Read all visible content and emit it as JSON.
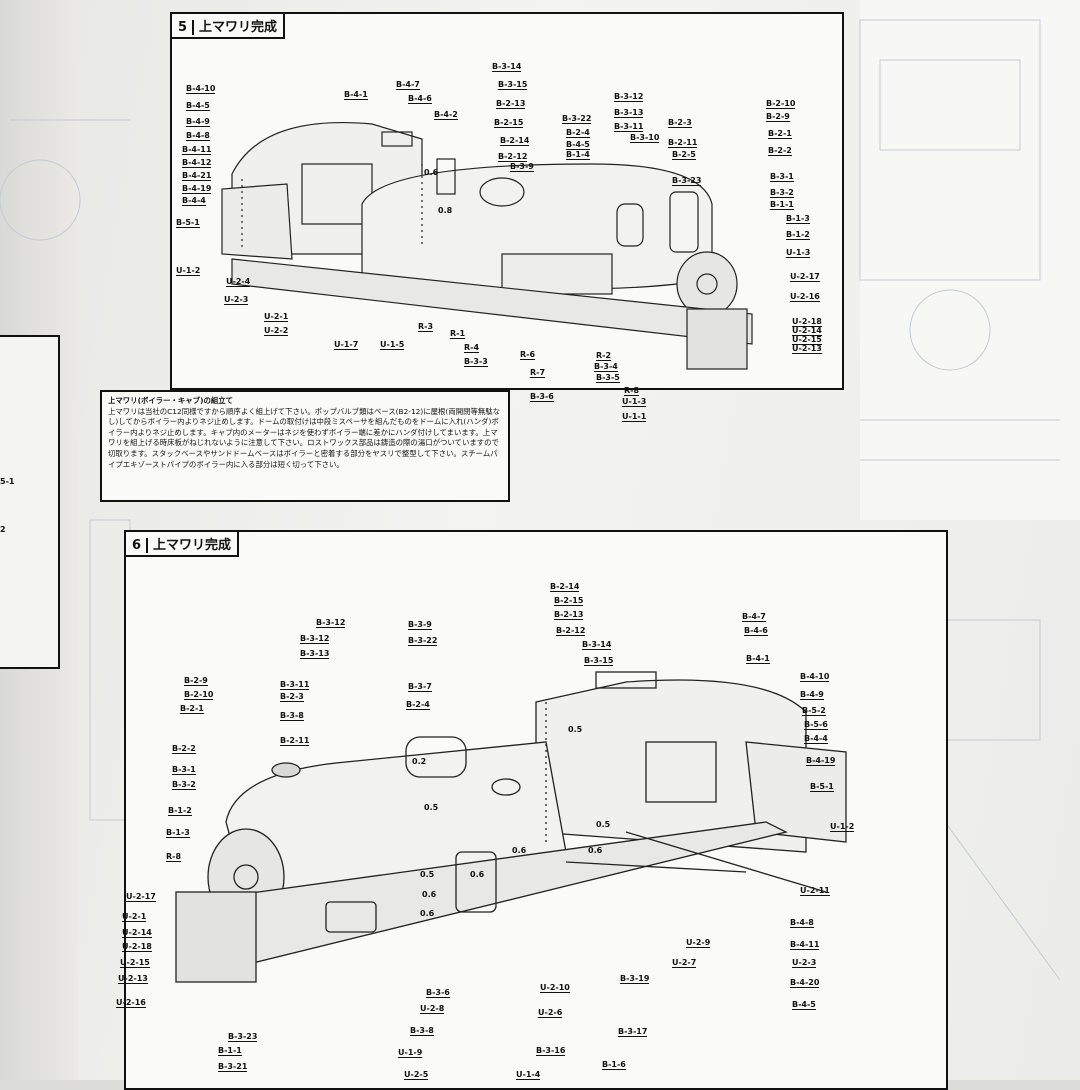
{
  "panel5": {
    "number": "5",
    "title": "上マワリ完成",
    "labels": [
      "B-4-10",
      "B-4-5",
      "B-4-9",
      "B-4-8",
      "B-4-11",
      "B-4-12",
      "B-4-21",
      "B-4-19",
      "B-4-4",
      "B-5-1",
      "U-1-2",
      "U-2-4",
      "U-2-3",
      "U-2-1",
      "U-2-2",
      "U-1-7",
      "U-1-5",
      "R-3",
      "R-1",
      "R-4",
      "B-3-3",
      "R-6",
      "R-7",
      "B-3-6",
      "B-4-1",
      "B-4-7",
      "B-4-6",
      "B-4-2",
      "B-3-14",
      "B-3-15",
      "B-2-13",
      "B-2-15",
      "B-2-14",
      "B-2-12",
      "B-3-9",
      "B-3-22",
      "B-2-4",
      "B-4-5",
      "B-1-4",
      "B-3-12",
      "B-3-13",
      "B-3-11",
      "B-3-10",
      "B-2-3",
      "B-2-11",
      "B-2-5",
      "B-3-23",
      "B-2-10",
      "B-2-9",
      "B-2-1",
      "B-2-2",
      "B-3-1",
      "B-3-2",
      "B-1-1",
      "B-1-3",
      "B-1-2",
      "U-1-3",
      "U-2-17",
      "U-2-16",
      "U-2-18",
      "U-2-14",
      "U-2-15",
      "U-2-13",
      "R-2",
      "B-3-4",
      "B-3-5",
      "R-8",
      "U-1-3",
      "U-1-1",
      "0.6",
      "0.8"
    ]
  },
  "note": {
    "heading": "上マワリ(ボイラー・キャブ)の組立て",
    "body": "上マワリは当社のC12同様ですから順序よく組上げて下さい。ポップバルブ類はベース(B2-12)に屋根(両開閉等無駄なし)してからボイラー内よりネジ止めします。ドームの取付けは中段ミスペーサを組んだものをドームに入れ(ハンダ)ボイラー内よりネジ止めします。キャブ内のメーターはネジを使わずボイラー端に差かにハンダ付けしてまいます。上マワリを組上げる時床板がねじれないように注意して下さい。ロストワックス部品は鋳造の際の湯口がついていますので切取ります。スタックベースやサンドドームベースはボイラーと密着する部分をヤスリで整型して下さい。スチームパイプエキゾーストパイプのボイラー内に入る部分は短く切って下さい。"
  },
  "panel6": {
    "number": "6",
    "title": "上マワリ完成",
    "labels": [
      "B-3-12",
      "B-3-12",
      "B-3-13",
      "B-3-11",
      "B-2-3",
      "B-3-8",
      "B-2-11",
      "B-2-9",
      "B-2-10",
      "B-2-1",
      "B-2-2",
      "B-3-1",
      "B-3-2",
      "B-1-2",
      "B-1-3",
      "R-8",
      "U-2-17",
      "U-2-1",
      "U-2-14",
      "U-2-18",
      "U-2-15",
      "U-2-13",
      "U-2-16",
      "B-3-23",
      "B-1-1",
      "B-3-21",
      "B-3-9",
      "B-3-22",
      "B-3-7",
      "B-2-4",
      "B-2-14",
      "B-2-15",
      "B-2-13",
      "B-2-12",
      "B-3-14",
      "B-3-15",
      "B-4-7",
      "B-4-6",
      "B-4-1",
      "B-4-10",
      "B-4-9",
      "B-5-2",
      "B-5-6",
      "B-4-4",
      "B-4-19",
      "B-5-1",
      "U-1-2",
      "U-2-11",
      "B-4-8",
      "B-4-11",
      "U-2-3",
      "B-4-20",
      "B-4-5",
      "U-2-9",
      "U-2-7",
      "B-3-19",
      "U-2-10",
      "U-2-6",
      "B-3-17",
      "B-1-6",
      "B-3-16",
      "U-1-4",
      "U-2-5",
      "U-1-9",
      "B-3-6",
      "U-2-8",
      "B-3-8",
      "0.2",
      "0.5",
      "0.5",
      "0.6",
      "0.6",
      "0.6",
      "0.6",
      "0.6",
      "0.5",
      "0.5"
    ]
  },
  "edge_labels": [
    "5-1",
    "2"
  ]
}
